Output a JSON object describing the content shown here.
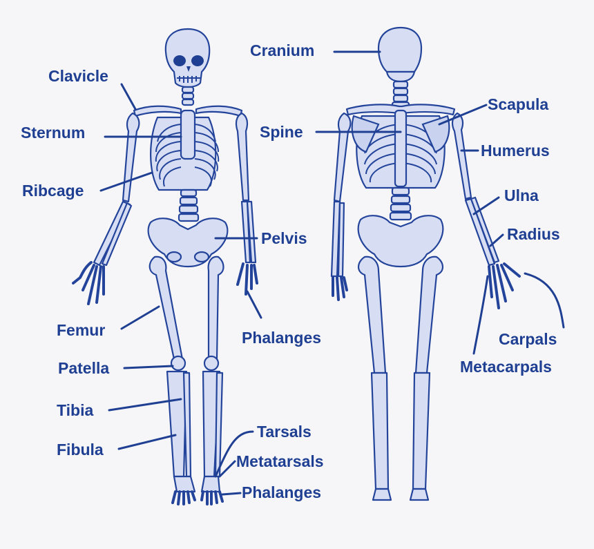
{
  "colors": {
    "background": "#f6f6f8",
    "bone_fill": "#d7def4",
    "outline": "#23449a",
    "label": "#1f3f93"
  },
  "front_view": {
    "labels": {
      "clavicle": "Clavicle",
      "sternum": "Sternum",
      "ribcage": "Ribcage",
      "pelvis": "Pelvis",
      "phalanges_hand": "Phalanges",
      "femur": "Femur",
      "patella": "Patella",
      "tibia": "Tibia",
      "fibula": "Fibula",
      "tarsals": "Tarsals",
      "metatarsals": "Metatarsals",
      "phalanges_foot": "Phalanges"
    }
  },
  "back_view": {
    "labels": {
      "cranium": "Cranium",
      "spine": "Spine",
      "scapula": "Scapula",
      "humerus": "Humerus",
      "ulna": "Ulna",
      "radius": "Radius",
      "carpals": "Carpals",
      "metacarpals": "Metacarpals"
    }
  }
}
